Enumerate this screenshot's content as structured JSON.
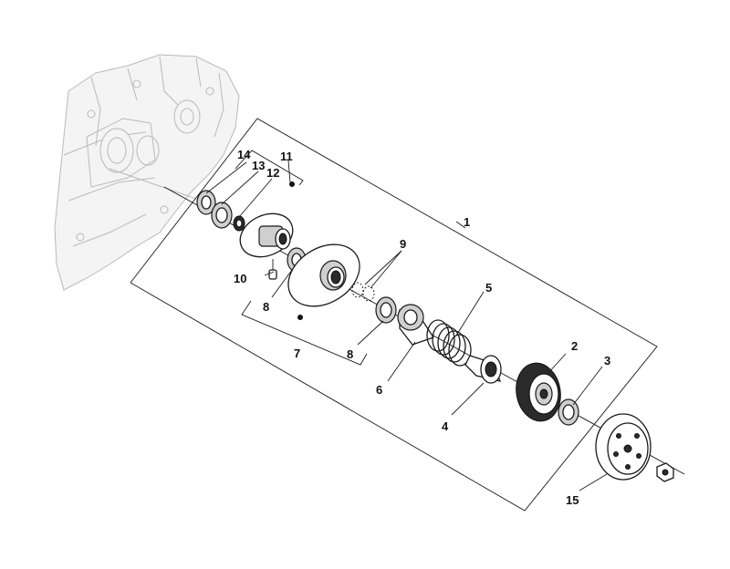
{
  "callouts": {
    "c1": "1",
    "c2": "2",
    "c3": "3",
    "c4": "4",
    "c5": "5",
    "c6": "6",
    "c7": "7",
    "c8a": "8",
    "c8b": "8",
    "c9": "9",
    "c10": "10",
    "c11": "11",
    "c12": "12",
    "c13": "13",
    "c14": "14",
    "c15": "15"
  }
}
